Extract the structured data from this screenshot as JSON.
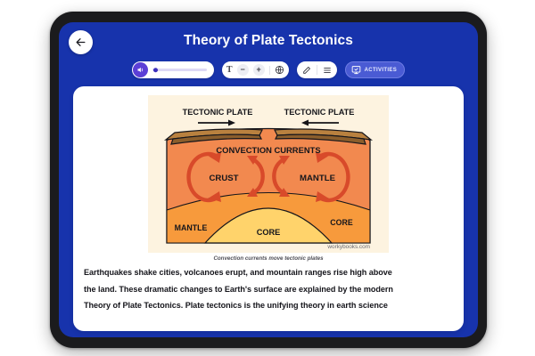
{
  "header": {
    "title": "Theory of Plate Tectonics",
    "back_icon": "arrow-left-icon"
  },
  "toolbar": {
    "audio": {
      "speaker_icon": "speaker-volume-icon",
      "volume_value": 8
    },
    "text_size": {
      "icon": "text-size-icon",
      "icon_glyph": "T",
      "decrease_label": "−",
      "increase_label": "+",
      "translate_icon": "globe-icon"
    },
    "tools": {
      "highlighter_icon": "pencil-highlighter-icon",
      "list_icon": "list-lines-icon"
    },
    "activities": {
      "label": "ACTIVITIES",
      "icon": "monitor-activities-icon"
    }
  },
  "content": {
    "figure": {
      "watermark": "workybooks.com",
      "labels": {
        "plate_left": "TECTONIC PLATE",
        "plate_right": "TECTONIC PLATE",
        "convection": "CONVECTION CURRENTS",
        "crust": "CRUST",
        "mantle_center": "MANTLE",
        "mantle_left": "MANTLE",
        "core_right": "CORE",
        "core_center": "CORE"
      }
    },
    "caption": "Convection currents move tectonic plates",
    "paragraph_lines": [
      "Earthquakes shake cities, volcanoes erupt, and mountain ranges rise high above",
      "the land. These dramatic changes to Earth's surface are explained by the modern",
      "Theory of Plate Tectonics. Plate tectonics is the unifying theory in earth science"
    ]
  },
  "colors": {
    "screen_blue": "#1733ac",
    "bezel_black": "#1b1b1d",
    "activities_purple": "#4a5bd4",
    "speaker_purple": "#5b3fd6",
    "figure_bg": "#fdf3e0",
    "mantle_orange": "#f2894f",
    "mantle_band": "#f79a3c",
    "core_yellow": "#ffd36b",
    "plate_brown": "#9c6b35",
    "arrow_red": "#d84a2a"
  }
}
